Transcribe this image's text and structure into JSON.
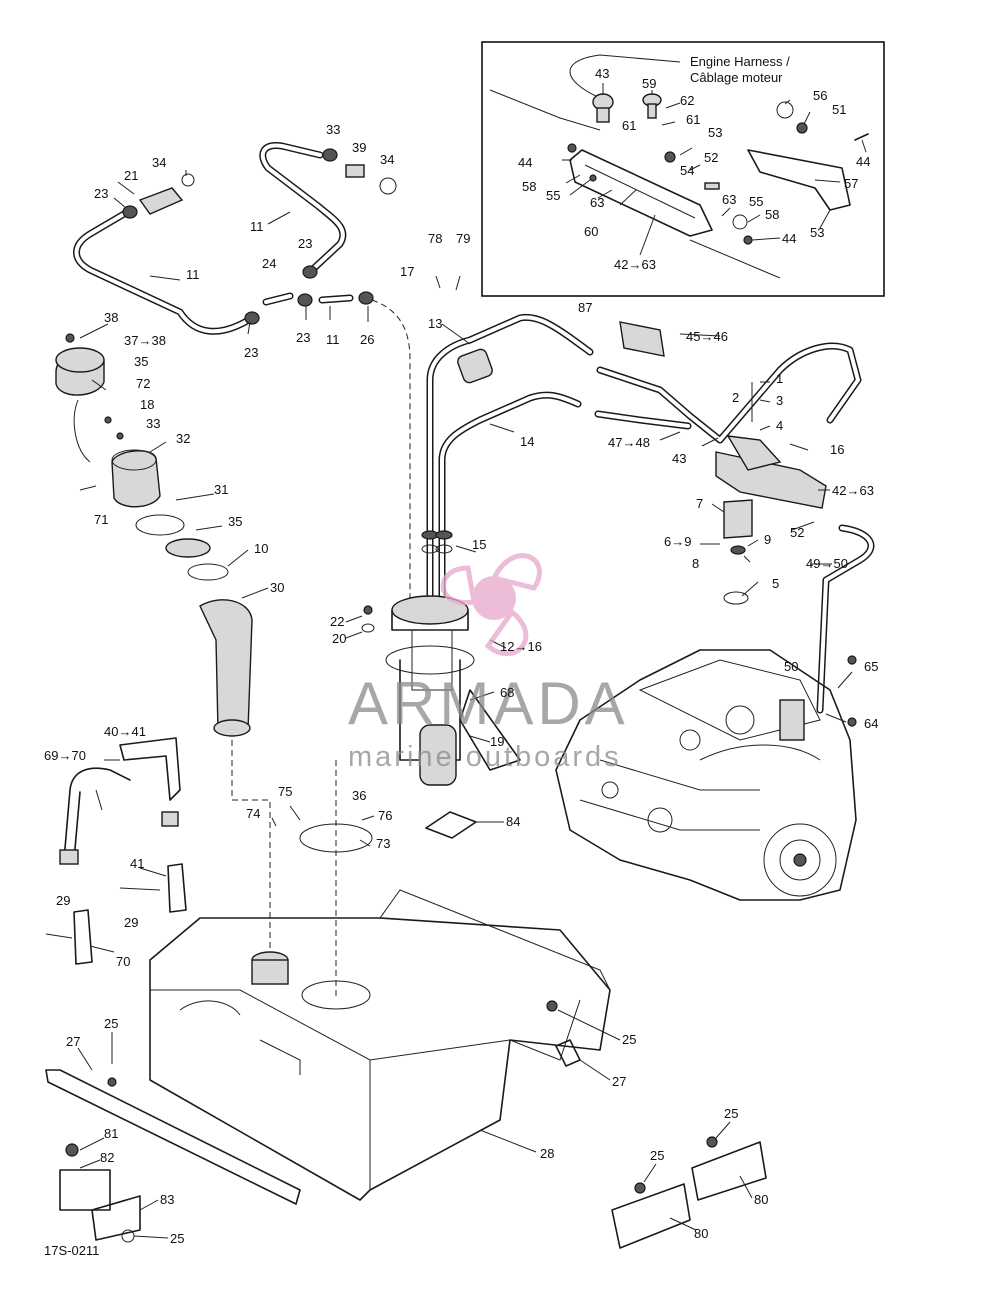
{
  "inset": {
    "line1": "Engine Harness /",
    "line2": "Câblage moteur"
  },
  "watermark": {
    "brand": "ARMADA",
    "tagline": "marine outboards",
    "accent_color": "#e8a6cd",
    "text_color": "#8a8a8a"
  },
  "drawing_code": "17S-0211",
  "callouts": [
    {
      "id": "c-43",
      "text": "43"
    },
    {
      "id": "c-59",
      "text": "59"
    },
    {
      "id": "c-62",
      "text": "62"
    },
    {
      "id": "c-61",
      "text": "61"
    },
    {
      "id": "c-61b",
      "text": "61"
    },
    {
      "id": "c-56",
      "text": "56"
    },
    {
      "id": "c-51",
      "text": "51"
    },
    {
      "id": "c-44a",
      "text": "44"
    },
    {
      "id": "c-53",
      "text": "53"
    },
    {
      "id": "c-52",
      "text": "52"
    },
    {
      "id": "c-44b",
      "text": "44"
    },
    {
      "id": "c-58a",
      "text": "58"
    },
    {
      "id": "c-55a",
      "text": "55"
    },
    {
      "id": "c-54",
      "text": "54"
    },
    {
      "id": "c-57",
      "text": "57"
    },
    {
      "id": "c-63a",
      "text": "63"
    },
    {
      "id": "c-63b",
      "text": "63"
    },
    {
      "id": "c-55b",
      "text": "55"
    },
    {
      "id": "c-58b",
      "text": "58"
    },
    {
      "id": "c-53b",
      "text": "53"
    },
    {
      "id": "c-60",
      "text": "60"
    },
    {
      "id": "c-44c",
      "text": "44"
    },
    {
      "id": "c-42-63",
      "text": "42→63"
    },
    {
      "id": "c-33",
      "text": "33"
    },
    {
      "id": "c-39",
      "text": "39"
    },
    {
      "id": "c-34a",
      "text": "34"
    },
    {
      "id": "c-34b",
      "text": "34"
    },
    {
      "id": "c-21",
      "text": "21"
    },
    {
      "id": "c-23a",
      "text": "23"
    },
    {
      "id": "c-11a",
      "text": "11"
    },
    {
      "id": "c-23b",
      "text": "23"
    },
    {
      "id": "c-24",
      "text": "24"
    },
    {
      "id": "c-11b",
      "text": "11"
    },
    {
      "id": "c-78",
      "text": "78"
    },
    {
      "id": "c-79",
      "text": "79"
    },
    {
      "id": "c-17",
      "text": "17"
    },
    {
      "id": "c-38",
      "text": "38"
    },
    {
      "id": "c-37-38",
      "text": "37→38"
    },
    {
      "id": "c-23c",
      "text": "23"
    },
    {
      "id": "c-23d",
      "text": "23"
    },
    {
      "id": "c-11c",
      "text": "11"
    },
    {
      "id": "c-26",
      "text": "26"
    },
    {
      "id": "c-13",
      "text": "13"
    },
    {
      "id": "c-87",
      "text": "87"
    },
    {
      "id": "c-45-46",
      "text": "45→46"
    },
    {
      "id": "c-35a",
      "text": "35"
    },
    {
      "id": "c-72",
      "text": "72"
    },
    {
      "id": "c-18",
      "text": "18"
    },
    {
      "id": "c-33b",
      "text": "33"
    },
    {
      "id": "c-32",
      "text": "32"
    },
    {
      "id": "c-1",
      "text": "1"
    },
    {
      "id": "c-2",
      "text": "2"
    },
    {
      "id": "c-3",
      "text": "3"
    },
    {
      "id": "c-14",
      "text": "14"
    },
    {
      "id": "c-4",
      "text": "4"
    },
    {
      "id": "c-47-48",
      "text": "47→48"
    },
    {
      "id": "c-43b",
      "text": "43"
    },
    {
      "id": "c-16",
      "text": "16"
    },
    {
      "id": "c-42-63b",
      "text": "42→63"
    },
    {
      "id": "c-31",
      "text": "31"
    },
    {
      "id": "c-71",
      "text": "71"
    },
    {
      "id": "c-7",
      "text": "7"
    },
    {
      "id": "c-35b",
      "text": "35"
    },
    {
      "id": "c-15",
      "text": "15"
    },
    {
      "id": "c-52b",
      "text": "52"
    },
    {
      "id": "c-10",
      "text": "10"
    },
    {
      "id": "c-6-9",
      "text": "6→9"
    },
    {
      "id": "c-9",
      "text": "9"
    },
    {
      "id": "c-8",
      "text": "8"
    },
    {
      "id": "c-49-50",
      "text": "49→50"
    },
    {
      "id": "c-30",
      "text": "30"
    },
    {
      "id": "c-5",
      "text": "5"
    },
    {
      "id": "c-22",
      "text": "22"
    },
    {
      "id": "c-20",
      "text": "20"
    },
    {
      "id": "c-12-16",
      "text": "12→16"
    },
    {
      "id": "c-65",
      "text": "65"
    },
    {
      "id": "c-50",
      "text": "50"
    },
    {
      "id": "c-68",
      "text": "68"
    },
    {
      "id": "c-64",
      "text": "64"
    },
    {
      "id": "c-19",
      "text": "19"
    },
    {
      "id": "c-40-41",
      "text": "40→41"
    },
    {
      "id": "c-69-70",
      "text": "69→70"
    },
    {
      "id": "c-36",
      "text": "36"
    },
    {
      "id": "c-75",
      "text": "75"
    },
    {
      "id": "c-74",
      "text": "74"
    },
    {
      "id": "c-76",
      "text": "76"
    },
    {
      "id": "c-84",
      "text": "84"
    },
    {
      "id": "c-73",
      "text": "73"
    },
    {
      "id": "c-41",
      "text": "41"
    },
    {
      "id": "c-29a",
      "text": "29"
    },
    {
      "id": "c-29b",
      "text": "29"
    },
    {
      "id": "c-70",
      "text": "70"
    },
    {
      "id": "c-25a",
      "text": "25"
    },
    {
      "id": "c-27a",
      "text": "27"
    },
    {
      "id": "c-25b",
      "text": "25"
    },
    {
      "id": "c-27b",
      "text": "27"
    },
    {
      "id": "c-25c",
      "text": "25"
    },
    {
      "id": "c-81",
      "text": "81"
    },
    {
      "id": "c-82",
      "text": "82"
    },
    {
      "id": "c-28",
      "text": "28"
    },
    {
      "id": "c-25d",
      "text": "25"
    },
    {
      "id": "c-83",
      "text": "83"
    },
    {
      "id": "c-80a",
      "text": "80"
    },
    {
      "id": "c-80b",
      "text": "80"
    },
    {
      "id": "c-25e",
      "text": "25"
    }
  ]
}
